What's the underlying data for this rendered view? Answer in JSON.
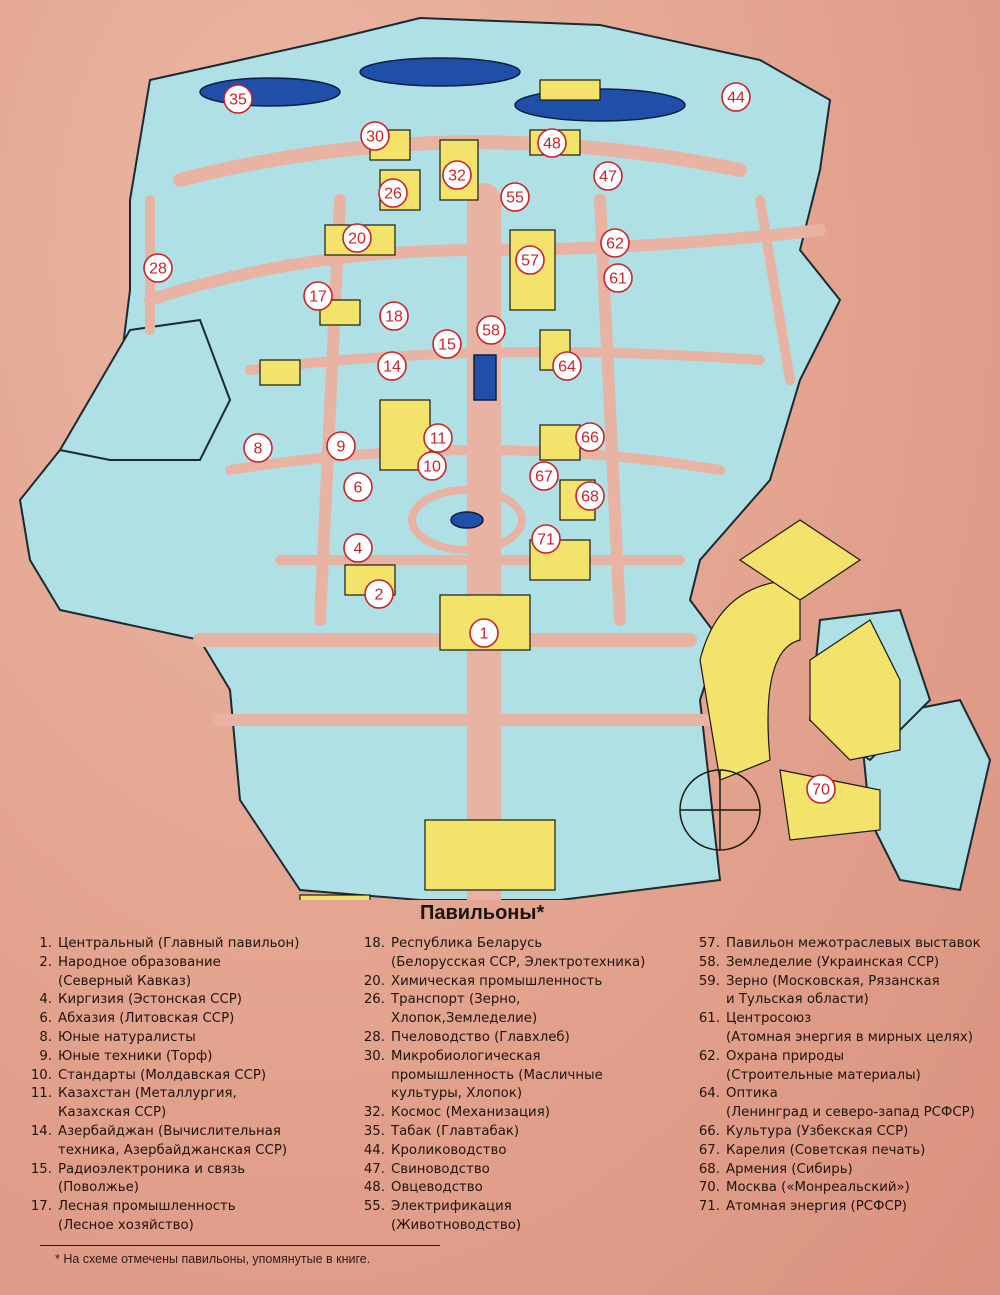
{
  "legend": {
    "title": "Павильоны*",
    "columns": [
      [
        {
          "num": "1.",
          "text": "Центральный (Главный павильон)"
        },
        {
          "num": "2.",
          "text": "Народное образование\n(Северный Кавказ)"
        },
        {
          "num": "4.",
          "text": "Киргизия (Эстонская ССР)"
        },
        {
          "num": "6.",
          "text": "Абхазия (Литовская ССР)"
        },
        {
          "num": "8.",
          "text": "Юные натуралисты"
        },
        {
          "num": "9.",
          "text": "Юные техники (Торф)"
        },
        {
          "num": "10.",
          "text": "Стандарты (Молдавская ССР)"
        },
        {
          "num": "11.",
          "text": "Казахстан (Металлургия,\nКазахская ССР)"
        },
        {
          "num": "14.",
          "text": "Азербайджан (Вычислительная\nтехника, Азербайджанская ССР)"
        },
        {
          "num": "15.",
          "text": "Радиоэлектроника и связь\n(Поволжье)"
        },
        {
          "num": "17.",
          "text": "Лесная промышленность\n(Лесное хозяйство)"
        }
      ],
      [
        {
          "num": "18.",
          "text": "Республика Беларусь\n(Белорусская ССР, Электротехника)"
        },
        {
          "num": "20.",
          "text": "Химическая промышленность"
        },
        {
          "num": "26.",
          "text": "Транспорт (Зерно,\nХлопок,Земледелие)"
        },
        {
          "num": "28.",
          "text": "Пчеловодство (Главхлеб)"
        },
        {
          "num": "30.",
          "text": "Микробиологическая\nпромышленность (Масличные\nкультуры, Хлопок)"
        },
        {
          "num": "32.",
          "text": "Космос (Механизация)"
        },
        {
          "num": "35.",
          "text": "Табак (Главтабак)"
        },
        {
          "num": "44.",
          "text": "Кролиководство"
        },
        {
          "num": "47.",
          "text": "Свиноводство"
        },
        {
          "num": "48.",
          "text": "Овцеводство"
        },
        {
          "num": "55.",
          "text": "Электрификация\n(Животноводство)"
        }
      ],
      [
        {
          "num": "57.",
          "text": "Павильон межотраслевых выставок"
        },
        {
          "num": "58.",
          "text": "Земледелие (Украинская ССР)"
        },
        {
          "num": "59.",
          "text": "Зерно (Московская, Рязанская\nи Тульская области)"
        },
        {
          "num": "61.",
          "text": "Центросоюз\n(Атомная энергия в мирных целях)"
        },
        {
          "num": "62.",
          "text": "Охрана природы\n(Строительные материалы)"
        },
        {
          "num": "64.",
          "text": "Оптика\n(Ленинград и северо-запад РСФСР)"
        },
        {
          "num": "66.",
          "text": "Культура (Узбекская ССР)"
        },
        {
          "num": "67.",
          "text": "Карелия (Советская печать)"
        },
        {
          "num": "68.",
          "text": "Армения (Сибирь)"
        },
        {
          "num": "70.",
          "text": "Москва («Монреальский»)"
        },
        {
          "num": "71.",
          "text": "Атомная энергия (РСФСР)"
        }
      ]
    ],
    "footnote": "* На схеме отмечены павильоны, упомянутые в книге."
  },
  "map": {
    "markers": [
      "35",
      "44",
      "30",
      "48",
      "32",
      "47",
      "26",
      "55",
      "20",
      "62",
      "57",
      "61",
      "28",
      "17",
      "18",
      "58",
      "15",
      "64",
      "14",
      "66",
      "8",
      "9",
      "11",
      "10",
      "67",
      "6",
      "68",
      "71",
      "4",
      "2",
      "1",
      "70"
    ],
    "colors": {
      "ground": "#aee0e6",
      "road": "#e8b3a3",
      "building": "#f3e36a",
      "water": "#1f4fa8",
      "marker": "#c8232a",
      "paper": "#e7a795"
    }
  }
}
